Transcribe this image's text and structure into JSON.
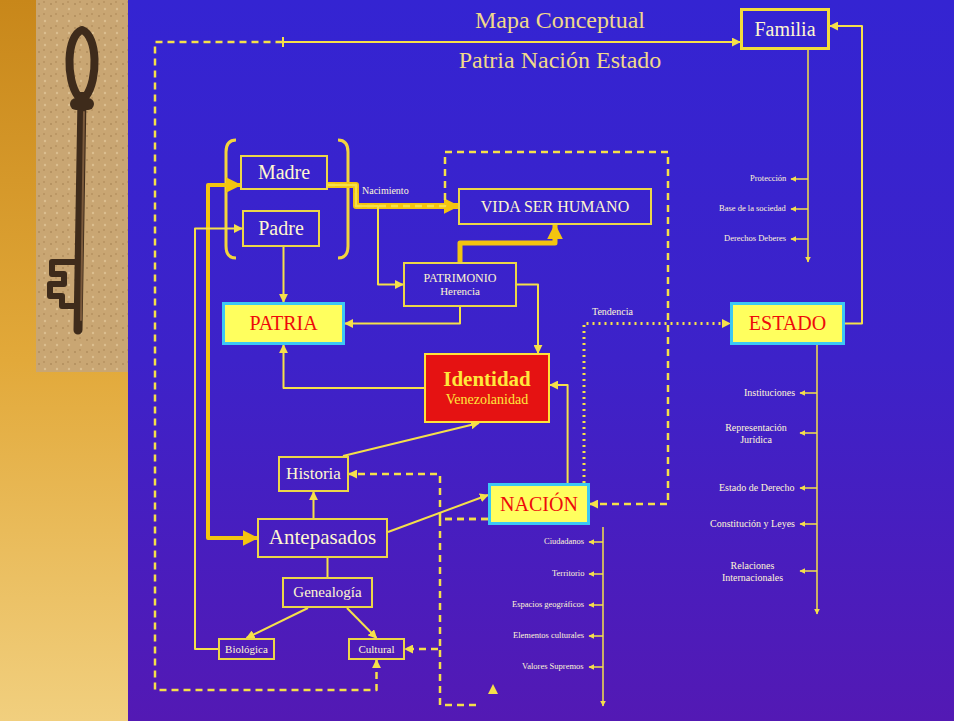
{
  "diagram": {
    "title": "Mapa Conceptual Patria Nación Estado",
    "nodes": [
      {
        "text": [
          "Familia"
        ]
      },
      {
        "text": [
          "Madre"
        ]
      },
      {
        "text": [
          "Padre"
        ]
      },
      {
        "text": [
          "VIDA SER HUMANO"
        ]
      },
      {
        "text": [
          "PATRIMONIO",
          "Herencia"
        ]
      },
      {
        "text": [
          "PATRIA"
        ]
      },
      {
        "text": [
          "ESTADO"
        ]
      },
      {
        "text": [
          "Identidad",
          "Venezolanidad"
        ]
      },
      {
        "text": [
          "Historia"
        ]
      },
      {
        "text": [
          "NACIÓN"
        ]
      },
      {
        "text": [
          "Antepasados"
        ]
      },
      {
        "text": [
          "Genealogía"
        ]
      },
      {
        "text": [
          "Biológica"
        ]
      },
      {
        "text": [
          "Cultural"
        ]
      }
    ],
    "edges": [
      {
        "from": 13,
        "to": 0,
        "arrow": "both"
      },
      {
        "from": 6,
        "to": 0,
        "arrow": "to"
      },
      {
        "from": 1,
        "to": 3,
        "label": "Nacimiento",
        "arrow": "to"
      },
      {
        "from": 1,
        "to": 4,
        "arrow": "to"
      },
      {
        "from": 1,
        "to": 9,
        "arrow": "to"
      },
      {
        "from": 2,
        "to": 5,
        "arrow": "to"
      },
      {
        "from": 4,
        "to": 3,
        "arrow": "to"
      },
      {
        "from": 4,
        "to": 5,
        "arrow": "to"
      },
      {
        "from": 4,
        "to": 7,
        "arrow": "to"
      },
      {
        "from": 7,
        "to": 5,
        "arrow": "to"
      },
      {
        "from": 9,
        "to": 7,
        "arrow": "to"
      },
      {
        "from": 9,
        "to": 6,
        "label": "Tendencia",
        "arrow": "to"
      },
      {
        "from": 8,
        "to": 7,
        "arrow": "to"
      },
      {
        "from": 10,
        "to": 8,
        "arrow": "to"
      },
      {
        "from": 10,
        "to": 9,
        "arrow": "to"
      },
      {
        "from": 1,
        "to": 10,
        "arrow": "both"
      },
      {
        "from": 10,
        "to": 11,
        "arrow": "none"
      },
      {
        "from": 11,
        "to": 12,
        "arrow": "to"
      },
      {
        "from": 11,
        "to": 13,
        "arrow": "to"
      },
      {
        "from": 12,
        "to": 2,
        "arrow": "to"
      },
      {
        "from": 9,
        "to": 8,
        "arrow": "to"
      },
      {
        "from": 9,
        "to": 13,
        "arrow": "to"
      }
    ],
    "labels": [
      "Protección",
      "Base de la sociedad",
      "Derechos Deberes",
      "Instituciones",
      "Representación Jurídica",
      "Estado de Derecho",
      "Constitución y Leyes",
      "Relaciones Internacionales",
      "Ciudadanos",
      "Territorio",
      "Espacios geográficos",
      "Elementos culturales",
      "Valores Supremos"
    ]
  }
}
